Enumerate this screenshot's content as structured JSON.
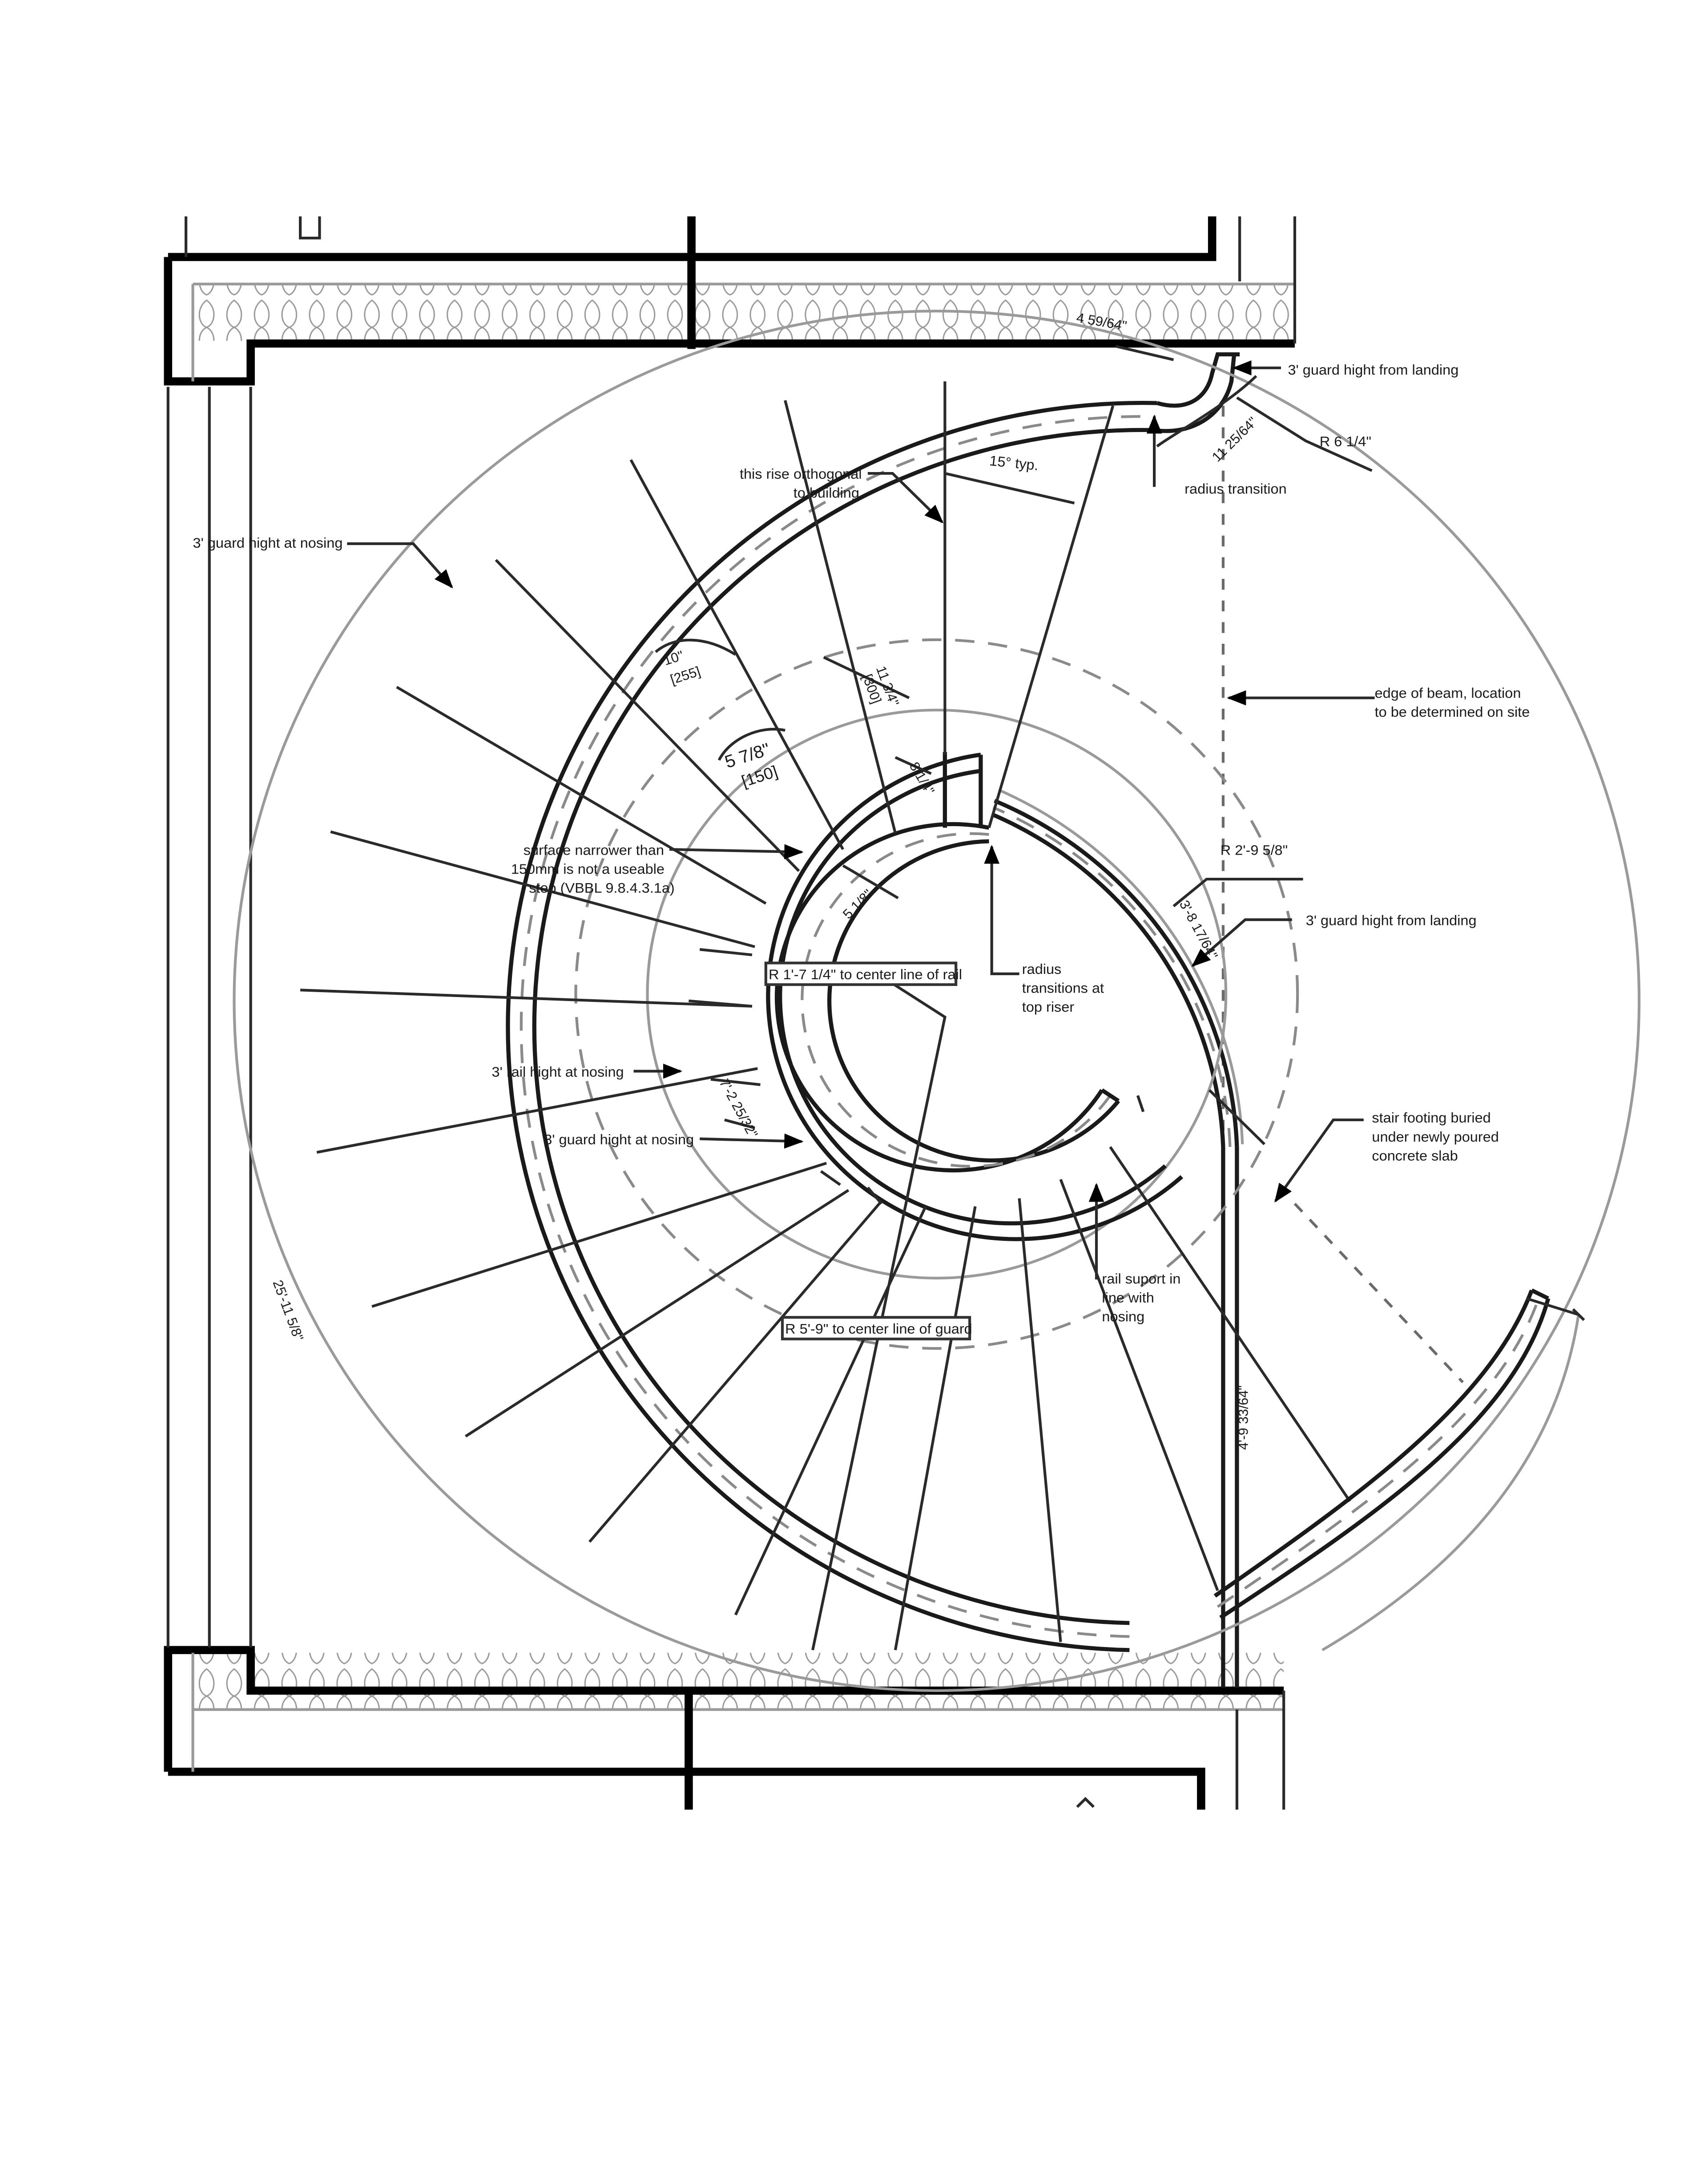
{
  "annotations": {
    "guard_top_landing": "3' guard hight from landing",
    "r_six": "R 6 1/4\"",
    "radius_transition": "radius transition",
    "rise_orthogonal_1": "this rise orthogonal",
    "rise_orthogonal_2": "to building",
    "fifteen_typ": "15°  typ.",
    "guard_nosing_top": "3' guard hight at nosing",
    "edge_beam_1": "edge of beam, location",
    "edge_beam_2": "to be determined on site",
    "surface_1": "surface narrower than",
    "surface_2": "150mm is not a useable",
    "surface_3": "step (VBBL 9.8.4.3.1a)",
    "r_two_nine": "R 2'-9 5/8\"",
    "guard_mid_landing": "3' guard hight from landing",
    "r_rail_box": "R 1'-7 1/4\" to center line of rail",
    "radius_top_1": "radius",
    "radius_top_2": "transitions at",
    "radius_top_3": "top riser",
    "rail_nosing": "3' rail hight at nosing",
    "guard_nosing_low": "3' guard hight at nosing",
    "footing_1": "stair footing buried",
    "footing_2": "under newly poured",
    "footing_3": "concrete slab",
    "rail_support_1": "rail suport in",
    "rail_support_2": "line with",
    "rail_support_3": "nosing",
    "r_guard_box": "R 5'-9\" to center line of guard"
  },
  "dimensions": {
    "top_chord": "4 59/64\"",
    "radius_chord": "11 25/64\"",
    "tread_ten": "10\"",
    "tread_ten_mm": "[255]",
    "tread_eleven": "11 3/4\"",
    "tread_eleven_mm": "[300]",
    "tread_five_seven": "5 7/8\"",
    "tread_five_seven_mm": "[150]",
    "eight_quarter": "8 1/4\"",
    "five_eighth": "5 1/8\"",
    "three_eight": "3'-8 17/64\"",
    "seven_two": "7'-2 25/32\"",
    "four_nine": "4'-9 33/64\"",
    "overall": "25'-11 5/8\""
  }
}
